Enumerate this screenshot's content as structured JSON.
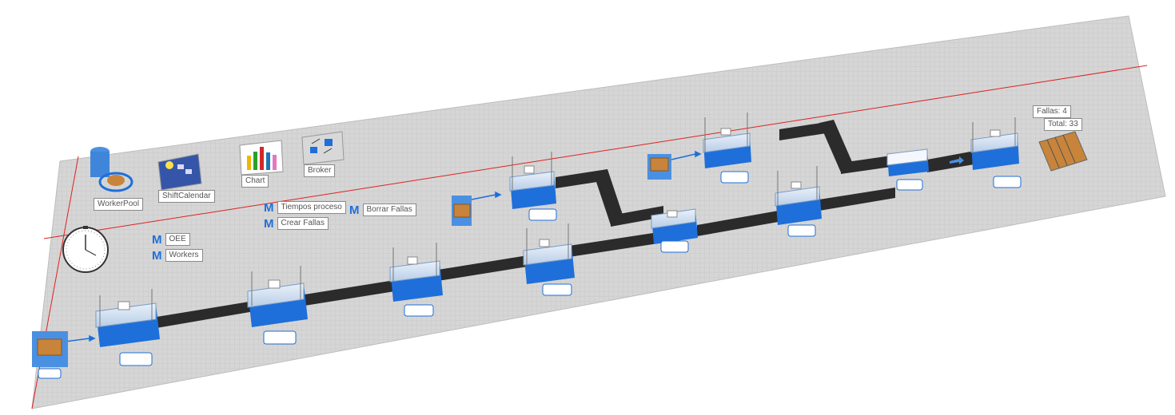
{
  "objects": {
    "worker_pool": "WorkerPool",
    "shift_calendar": "ShiftCalendar",
    "chart": "Chart",
    "broker": "Broker"
  },
  "methods": [
    {
      "name": "method-tiempos-proceso",
      "label": "Tiempos proceso"
    },
    {
      "name": "method-crear-fallas",
      "label": "Crear Fallas"
    },
    {
      "name": "method-borrar-fallas",
      "label": "Borrar Fallas"
    },
    {
      "name": "method-oee",
      "label": "OEE"
    },
    {
      "name": "method-workers",
      "label": "Workers"
    }
  ],
  "method_icon": "M",
  "counters": {
    "fallas": "Fallas: 4",
    "total": "Total: 33"
  },
  "colors": {
    "floor": "#c9c9c9",
    "station_blue": "#1e6fd9",
    "conveyor": "#2b2b2b",
    "grid_line": "#e02020",
    "crate": "#c8843a"
  },
  "icons": [
    "clock-icon",
    "worker-pool-icon",
    "shift-calendar-icon",
    "chart-icon",
    "broker-icon",
    "buffer-crate-icon",
    "workstation-icon",
    "conveyor-icon",
    "flow-arrow-icon"
  ]
}
